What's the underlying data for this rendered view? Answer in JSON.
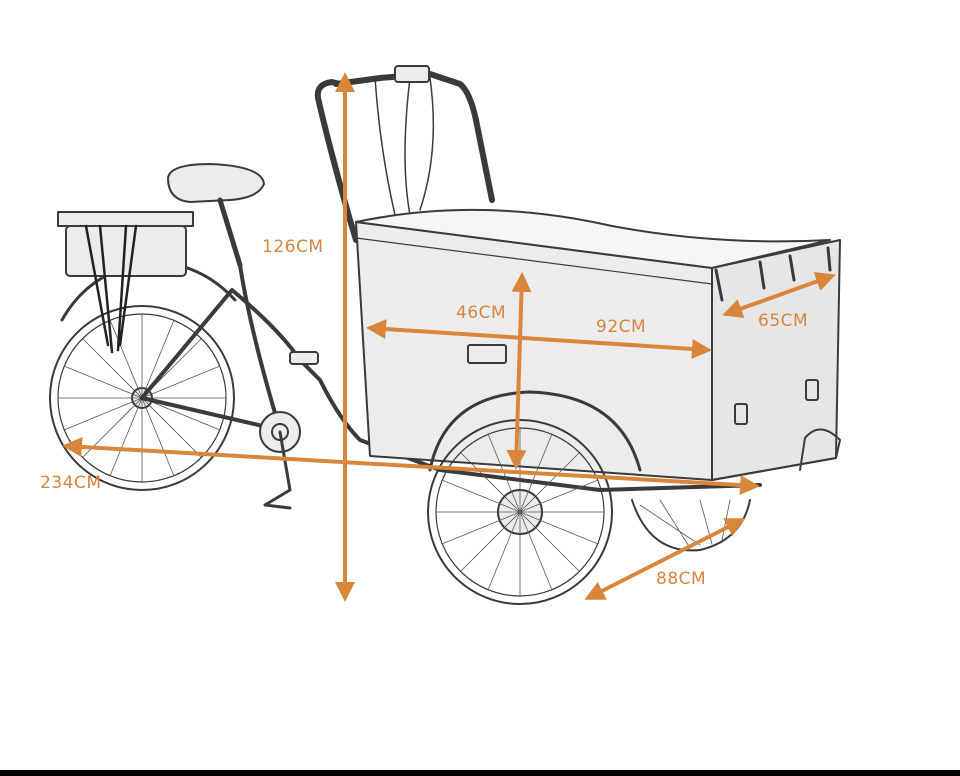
{
  "colors": {
    "accent": "#d9853b",
    "line": "#3a3a3a",
    "fill": "#ececec",
    "background": "#ffffff"
  },
  "dimensions": {
    "height": "126CM",
    "box_depth": "46CM",
    "box_length": "92CM",
    "box_width": "65CM",
    "total_length": "234CM",
    "total_width": "88CM"
  }
}
